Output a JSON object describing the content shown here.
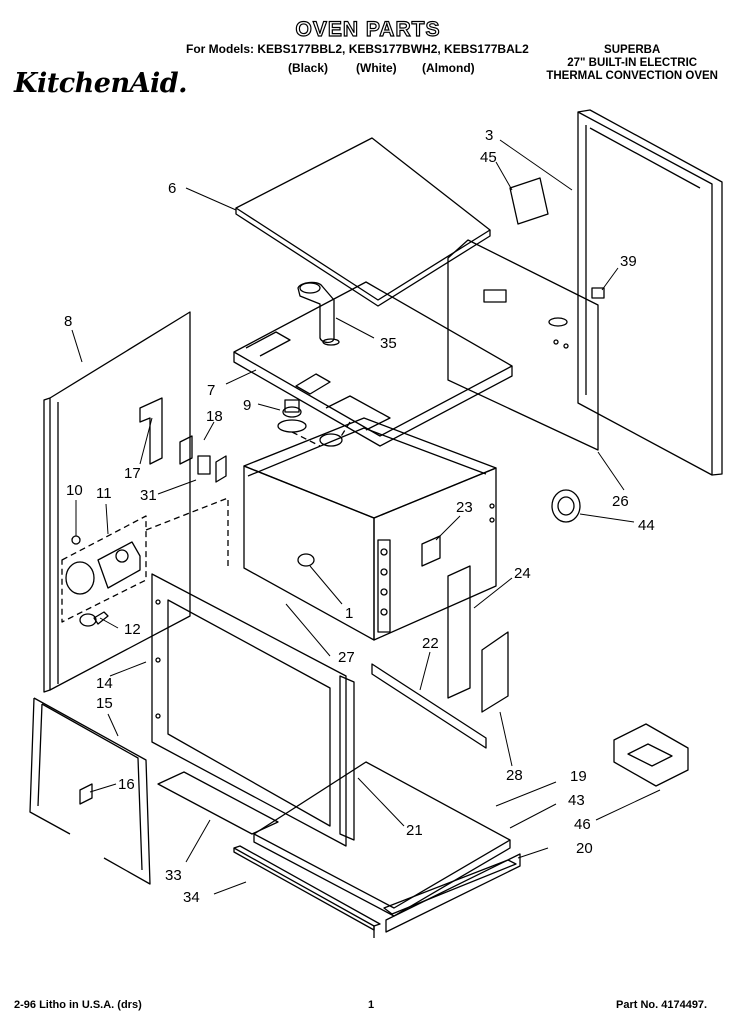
{
  "header": {
    "title": "OVEN PARTS",
    "models_line": "For Models: KEBS177BBL2, KEBS177BWH2, KEBS177BAL2",
    "color_labels": [
      "(Black)",
      "(White)",
      "(Almond)"
    ],
    "brand": "KitchenAid.",
    "product_lines": [
      "SUPERBA",
      "27\" BUILT-IN ELECTRIC",
      "THERMAL CONVECTION OVEN"
    ]
  },
  "callouts": {
    "c1": "1",
    "c3": "3",
    "c6": "6",
    "c7": "7",
    "c8": "8",
    "c9": "9",
    "c10": "10",
    "c11": "11",
    "c12": "12",
    "c14": "14",
    "c15": "15",
    "c16": "16",
    "c17": "17",
    "c18": "18",
    "c19": "19",
    "c20": "20",
    "c21": "21",
    "c22": "22",
    "c23": "23",
    "c24": "24",
    "c26": "26",
    "c27": "27",
    "c28": "28",
    "c31": "31",
    "c33": "33",
    "c34": "34",
    "c35": "35",
    "c39": "39",
    "c43": "43",
    "c44": "44",
    "c45": "45",
    "c46": "46"
  },
  "footer": {
    "left": "2-96 Litho in U.S.A. (drs)",
    "center": "1",
    "right": "Part No. 4174497."
  }
}
